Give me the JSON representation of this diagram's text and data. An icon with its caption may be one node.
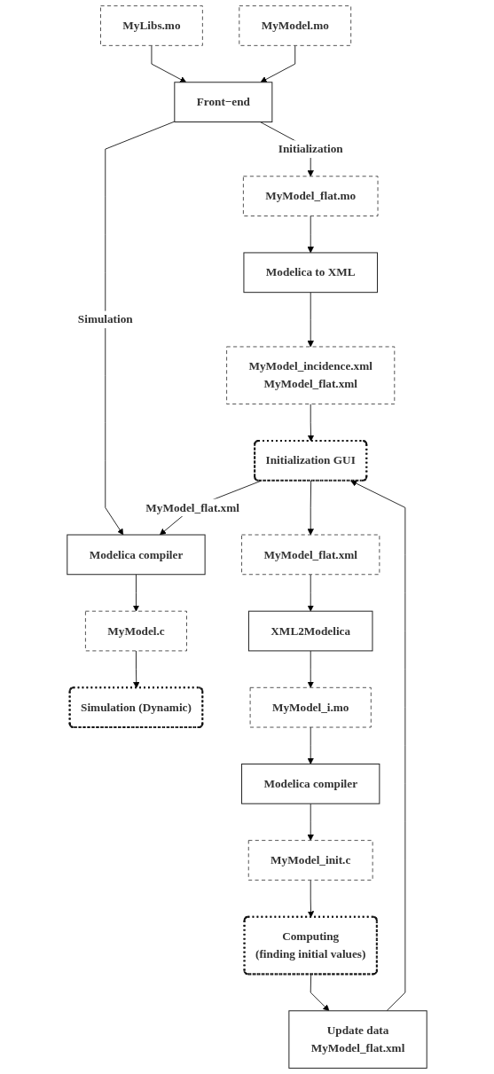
{
  "diagram": {
    "nodes": [
      {
        "text": [
          "MyLibs.mo"
        ]
      },
      {
        "text": [
          "MyModel.mo"
        ]
      },
      {
        "text": [
          "Front−end"
        ]
      },
      {
        "text": [
          "MyModel_flat.mo"
        ]
      },
      {
        "text": [
          "Modelica to XML"
        ]
      },
      {
        "text": [
          "MyModel_incidence.xml",
          "MyModel_flat.xml"
        ]
      },
      {
        "text": [
          "Initialization GUI"
        ]
      },
      {
        "text": [
          "MyModel_flat.xml"
        ]
      },
      {
        "text": [
          "XML2Modelica"
        ]
      },
      {
        "text": [
          "Modelica compiler"
        ]
      },
      {
        "text": [
          "MyModel_i.mo"
        ]
      },
      {
        "text": [
          "MyModel.c"
        ]
      },
      {
        "text": [
          "Modelica compiler"
        ]
      },
      {
        "text": [
          "Simulation (Dynamic)"
        ]
      },
      {
        "text": [
          "MyModel_init.c"
        ]
      },
      {
        "text": [
          "Computing",
          "(finding initial values)"
        ]
      },
      {
        "text": [
          "Update data",
          "MyModel_flat.xml"
        ]
      }
    ],
    "edges": [
      {
        "from": 0,
        "to": 2,
        "arrow": "to"
      },
      {
        "from": 1,
        "to": 2,
        "arrow": "to"
      },
      {
        "from": 2,
        "to": 9,
        "label": "Simulation",
        "arrow": "to"
      },
      {
        "from": 2,
        "to": 3,
        "label": "Initialization",
        "arrow": "to"
      },
      {
        "from": 3,
        "to": 4,
        "arrow": "to"
      },
      {
        "from": 4,
        "to": 5,
        "arrow": "to"
      },
      {
        "from": 5,
        "to": 6,
        "arrow": "to"
      },
      {
        "from": 6,
        "to": 9,
        "label": "MyModel_flat.xml",
        "arrow": "to"
      },
      {
        "from": 6,
        "to": 7,
        "arrow": "to"
      },
      {
        "from": 7,
        "to": 8,
        "arrow": "to"
      },
      {
        "from": 8,
        "to": 10,
        "arrow": "to"
      },
      {
        "from": 9,
        "to": 11,
        "arrow": "to"
      },
      {
        "from": 10,
        "to": 12,
        "arrow": "to"
      },
      {
        "from": 11,
        "to": 13,
        "arrow": "to"
      },
      {
        "from": 12,
        "to": 14,
        "arrow": "to"
      },
      {
        "from": 14,
        "to": 15,
        "arrow": "to"
      },
      {
        "from": 15,
        "to": 16,
        "arrow": "to"
      },
      {
        "from": 16,
        "to": 6,
        "arrow": "to"
      }
    ]
  }
}
